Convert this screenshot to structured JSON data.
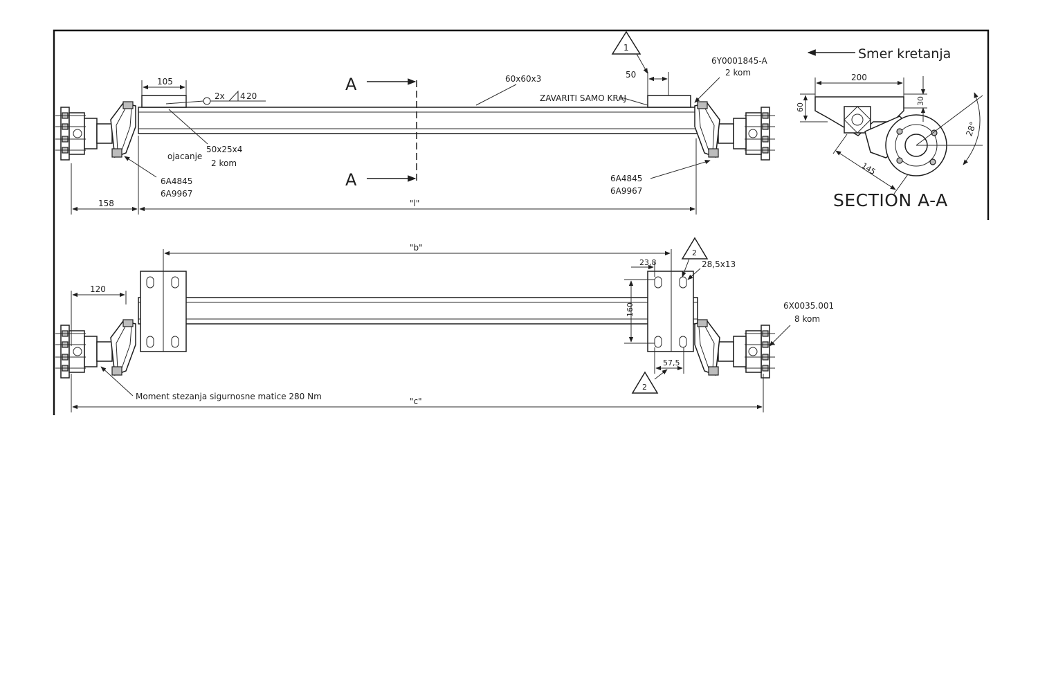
{
  "top_view": {
    "section_mark": "A",
    "dim_105": "105",
    "weld_symbol": "2x",
    "weld_size": "4",
    "weld_length": "20",
    "tube_profile": "60x60x3",
    "weld_note": "ZAVARITI SAMO KRAJ",
    "dim_50": "50",
    "rev_marker_1": "1",
    "part_bracket": "6Y0001845-A",
    "part_bracket_qty": "2 kom",
    "reinforcement_label": "ojacanje",
    "reinforcement_profile": "50x25x4",
    "reinforcement_qty": "2 kom",
    "left_parts": [
      "6A4845",
      "6A9967"
    ],
    "right_parts": [
      "6A4845",
      "6A9967"
    ],
    "dim_158": "158",
    "dim_l": "\"l\""
  },
  "section": {
    "direction_label": "Smer kretanja",
    "dim_200": "200",
    "dim_60": "60",
    "dim_30": "30",
    "dim_145": "145",
    "angle": "28°",
    "title": "SECTION A-A"
  },
  "front_view": {
    "dim_b": "\"b\"",
    "rev_marker_2": "2",
    "dim_23_8": "23,8",
    "slot_size": "28,5x13",
    "dim_120": "120",
    "dim_160": "160",
    "dim_57_5": "57,5",
    "part_bolt": "6X0035.001",
    "part_bolt_qty": "8 kom",
    "torque_note": "Moment stezanja sigurnosne matice 280 Nm",
    "dim_c": "\"c\""
  }
}
